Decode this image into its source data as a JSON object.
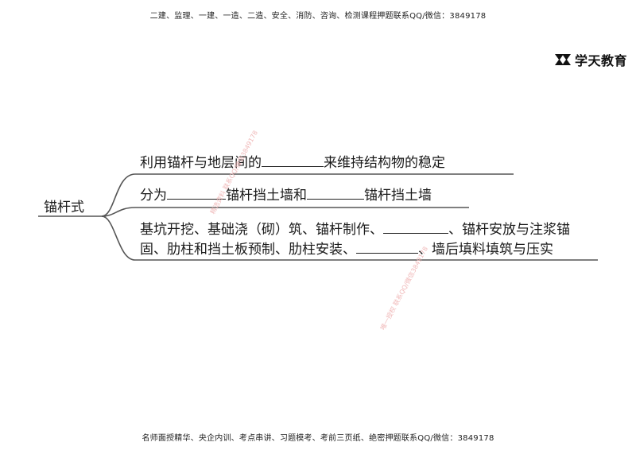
{
  "header": {
    "note": "二建、监理、一建、一造、二造、安全、消防、咨询、检测课程押题联系QQ/微信：3849178"
  },
  "logo": {
    "text": "学天教育"
  },
  "mindmap": {
    "root": "锚杆式",
    "branches": [
      {
        "before": "利用锚杆与地层间的",
        "after": "来维持结构物的稳定"
      },
      {
        "before": "分为",
        "middle": "锚杆挡土墙和",
        "after": "锚杆挡土墙"
      },
      {
        "line1_before": "基坑开挖、基础浇（砌）筑、锚杆制作、",
        "line1_after": "、锚杆安放与注浆锚",
        "line2_before": "固、肋柱和挡土板预制、肋柱安装、",
        "line2_after": "、墙后填料填筑与压实"
      }
    ]
  },
  "watermarks": {
    "wm1": "精选资料  联系QQ/微信3849178",
    "wm2": "唯一授权  联系QQ/微信3849178"
  },
  "footer": {
    "note": "名师面授精华、央企内训、考点串讲、习题模考、考前三页纸、绝密押题联系QQ/微信：3849178"
  }
}
